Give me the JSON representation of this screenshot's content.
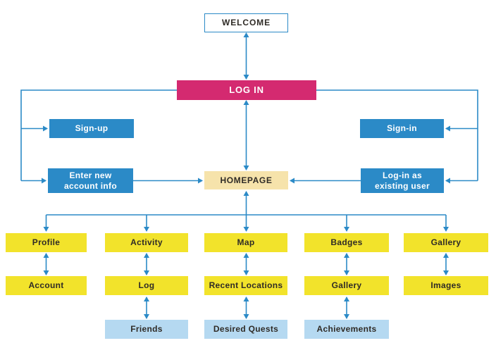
{
  "diagram": {
    "type": "flowchart-sitemap",
    "nodes": {
      "welcome": {
        "label": "WELCOME"
      },
      "login": {
        "label": "LOG IN"
      },
      "signup": {
        "label": "Sign-up"
      },
      "signin": {
        "label": "Sign-in"
      },
      "enter_new_account_info": {
        "label": "Enter new account info"
      },
      "login_existing_user": {
        "label": "Log-in as existing user"
      },
      "homepage": {
        "label": "HOMEPAGE"
      },
      "profile": {
        "label": "Profile"
      },
      "activity": {
        "label": "Activity"
      },
      "map": {
        "label": "Map"
      },
      "badges": {
        "label": "Badges"
      },
      "gallery": {
        "label": "Gallery"
      },
      "account": {
        "label": "Account"
      },
      "log": {
        "label": "Log"
      },
      "recent_locations": {
        "label": "Recent Locations"
      },
      "badges_gallery": {
        "label": "Gallery"
      },
      "images": {
        "label": "Images"
      },
      "friends": {
        "label": "Friends"
      },
      "desired_quests": {
        "label": "Desired Quests"
      },
      "achievements": {
        "label": "Achievements"
      }
    },
    "edges": [
      {
        "from": "welcome",
        "to": "login",
        "arrows": "both"
      },
      {
        "from": "login",
        "to": "homepage",
        "arrows": "both"
      },
      {
        "from": "login",
        "to": "signup",
        "arrows": "to"
      },
      {
        "from": "login",
        "to": "enter_new_account_info",
        "arrows": "to"
      },
      {
        "from": "login",
        "to": "signin",
        "arrows": "to"
      },
      {
        "from": "login",
        "to": "login_existing_user",
        "arrows": "to"
      },
      {
        "from": "enter_new_account_info",
        "to": "homepage",
        "arrows": "to"
      },
      {
        "from": "login_existing_user",
        "to": "homepage",
        "arrows": "to"
      },
      {
        "from": "sections_line",
        "to": "homepage",
        "arrows": "to"
      },
      {
        "from": "homepage",
        "to": "profile",
        "arrows": "to"
      },
      {
        "from": "homepage",
        "to": "activity",
        "arrows": "to"
      },
      {
        "from": "homepage",
        "to": "map",
        "arrows": "to"
      },
      {
        "from": "homepage",
        "to": "badges",
        "arrows": "to"
      },
      {
        "from": "homepage",
        "to": "gallery",
        "arrows": "to"
      },
      {
        "from": "profile",
        "to": "account",
        "arrows": "both"
      },
      {
        "from": "activity",
        "to": "log",
        "arrows": "both"
      },
      {
        "from": "log",
        "to": "friends",
        "arrows": "both"
      },
      {
        "from": "map",
        "to": "recent_locations",
        "arrows": "both"
      },
      {
        "from": "recent_locations",
        "to": "desired_quests",
        "arrows": "both"
      },
      {
        "from": "badges",
        "to": "badges_gallery",
        "arrows": "both"
      },
      {
        "from": "badges_gallery",
        "to": "achievements",
        "arrows": "both"
      },
      {
        "from": "gallery",
        "to": "images",
        "arrows": "both"
      }
    ]
  },
  "colors": {
    "bg": "#ffffff",
    "blue": "#2b8ac7",
    "magenta": "#d42a70",
    "yellow": "#f2e32b",
    "light_blue": "#b5d9f1",
    "cream": "#f6e3ab",
    "line": "#2b8ac7",
    "text_dark": "#2f2b26",
    "white": "#ffffff"
  }
}
